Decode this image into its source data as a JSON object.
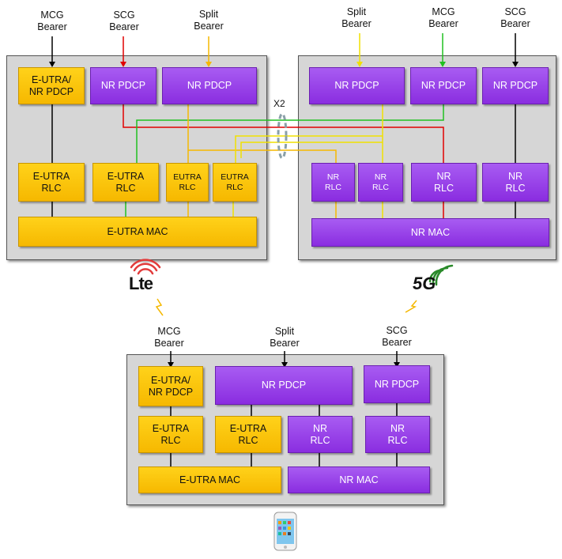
{
  "enb": {
    "bearer_labels": [
      {
        "l1": "MCG",
        "l2": "Bearer"
      },
      {
        "l1": "SCG",
        "l2": "Bearer"
      },
      {
        "l1": "Split",
        "l2": "Bearer"
      }
    ],
    "pdcp_1": [
      "E-UTRA/",
      "NR PDCP"
    ],
    "pdcp_2": "NR PDCP",
    "pdcp_3": "NR PDCP",
    "rlc_1": [
      "E-UTRA",
      "RLC"
    ],
    "rlc_2": [
      "E-UTRA",
      "RLC"
    ],
    "rlc_3": [
      "EUTRA",
      "RLC"
    ],
    "rlc_4": [
      "EUTRA",
      "RLC"
    ],
    "mac": "E-UTRA MAC",
    "logo": "Lte"
  },
  "gnb": {
    "bearer_labels": [
      {
        "l1": "Split",
        "l2": "Bearer"
      },
      {
        "l1": "MCG",
        "l2": "Bearer"
      },
      {
        "l1": "SCG",
        "l2": "Bearer"
      }
    ],
    "pdcp_1": "NR PDCP",
    "pdcp_2": "NR PDCP",
    "pdcp_3": "NR PDCP",
    "rlc_1": [
      "NR",
      "RLC"
    ],
    "rlc_2": [
      "NR",
      "RLC"
    ],
    "rlc_3": [
      "NR",
      "RLC"
    ],
    "rlc_4": [
      "NR",
      "RLC"
    ],
    "mac": "NR MAC",
    "logo": "5G"
  },
  "x2_label": "X2",
  "ue": {
    "bearer_labels": [
      {
        "l1": "MCG",
        "l2": "Bearer"
      },
      {
        "l1": "Split",
        "l2": "Bearer"
      },
      {
        "l1": "SCG",
        "l2": "Bearer"
      }
    ],
    "pdcp_1": [
      "E-UTRA/",
      "NR PDCP"
    ],
    "pdcp_2": "NR PDCP",
    "pdcp_3": "NR PDCP",
    "rlc_1": [
      "E-UTRA",
      "RLC"
    ],
    "rlc_2": [
      "E-UTRA",
      "RLC"
    ],
    "rlc_3": [
      "NR",
      "RLC"
    ],
    "rlc_4": [
      "NR",
      "RLC"
    ],
    "mac_1": "E-UTRA MAC",
    "mac_2": "NR MAC"
  },
  "colors": {
    "eutra_block": "#f6b800",
    "nr_block": "#8a2de0",
    "mcg_line_enb": "#000000",
    "scg_line": "#e00000",
    "split_line": "#f5b800",
    "split_line_gnb": "#f0e000",
    "mcg_line_gnb": "#20c020",
    "panel_bg": "#d6d6d6"
  },
  "icons": [
    "lte-logo",
    "5g-logo",
    "lightning-icon",
    "smartphone-icon",
    "x2-tunnel-icon"
  ]
}
